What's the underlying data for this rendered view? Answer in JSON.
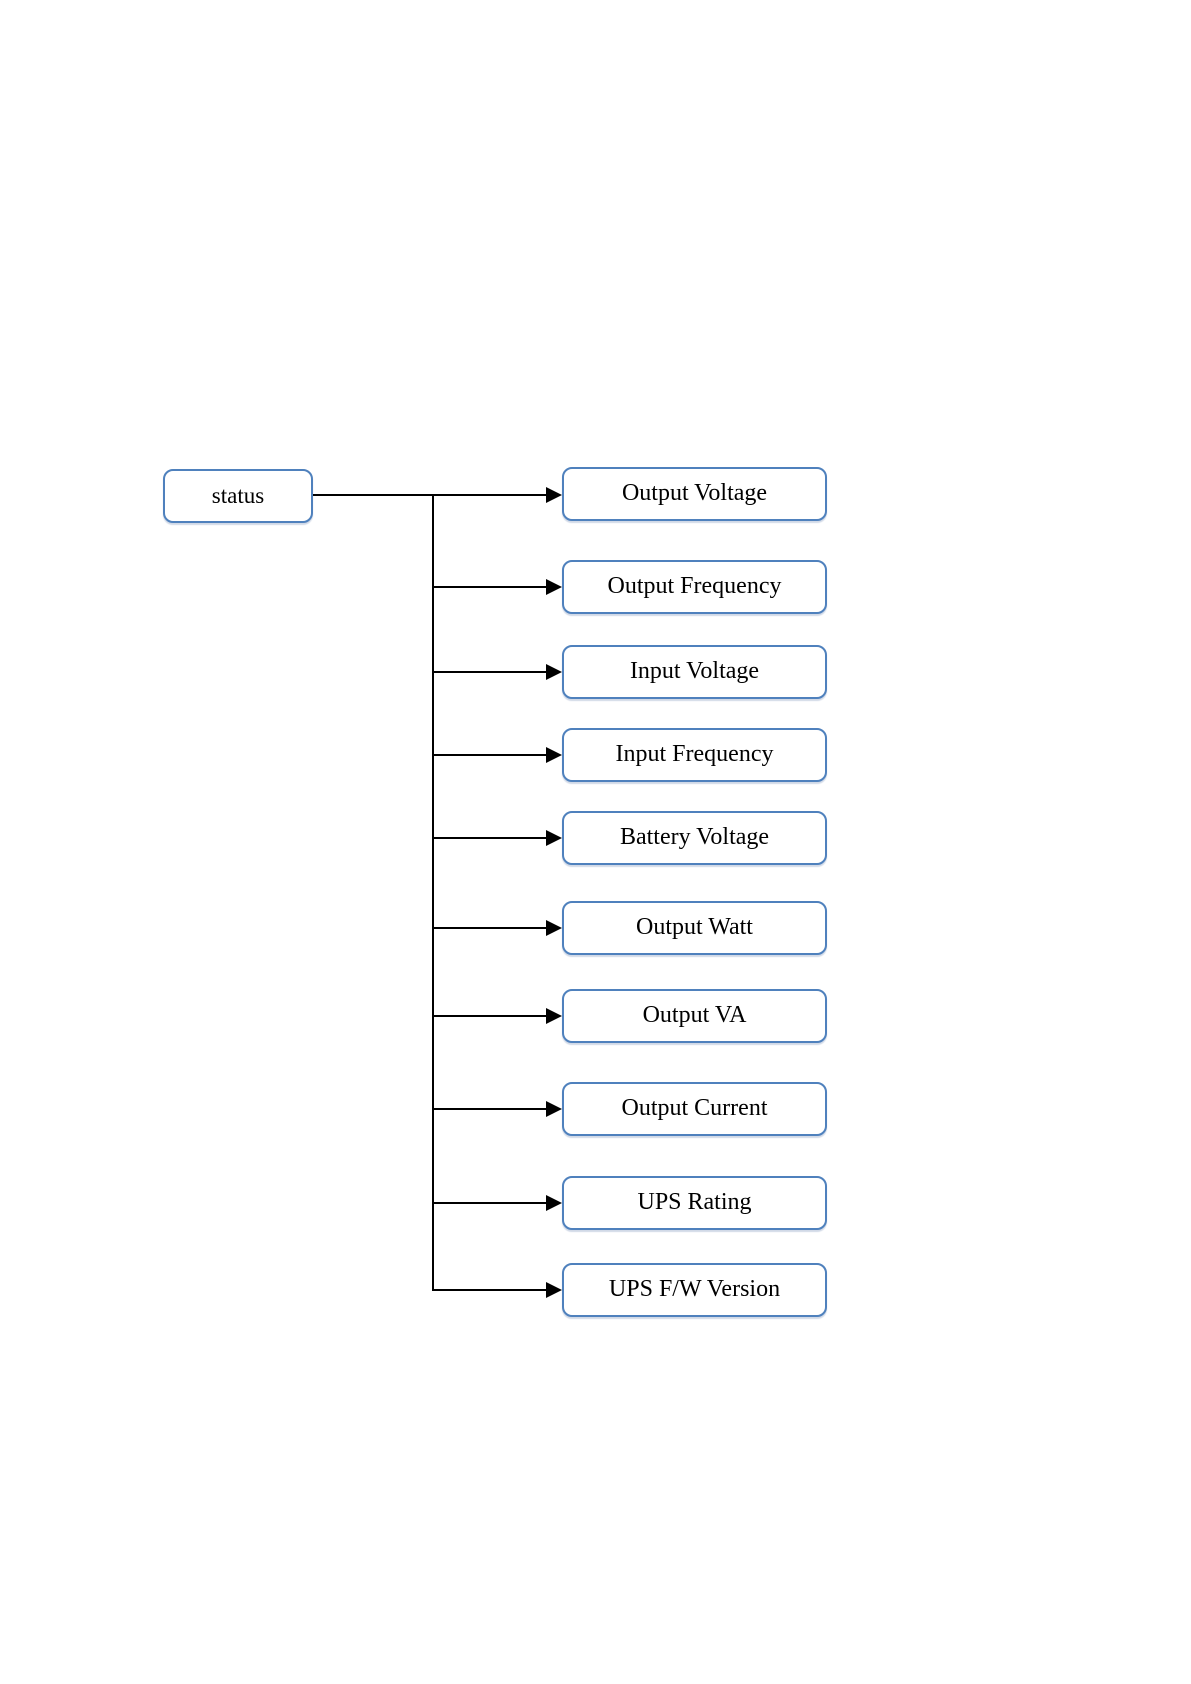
{
  "diagram": {
    "root": {
      "label": "status"
    },
    "children": [
      {
        "label": "Output Voltage"
      },
      {
        "label": "Output Frequency"
      },
      {
        "label": "Input Voltage"
      },
      {
        "label": "Input Frequency"
      },
      {
        "label": "Battery Voltage"
      },
      {
        "label": "Output Watt"
      },
      {
        "label": "Output VA"
      },
      {
        "label": "Output Current"
      },
      {
        "label": "UPS Rating"
      },
      {
        "label": "UPS F/W Version"
      }
    ],
    "colors": {
      "box_border": "#4f81bd",
      "box_fill": "#ffffff",
      "connector": "#000000",
      "text": "#000000",
      "background": "#ffffff"
    }
  }
}
